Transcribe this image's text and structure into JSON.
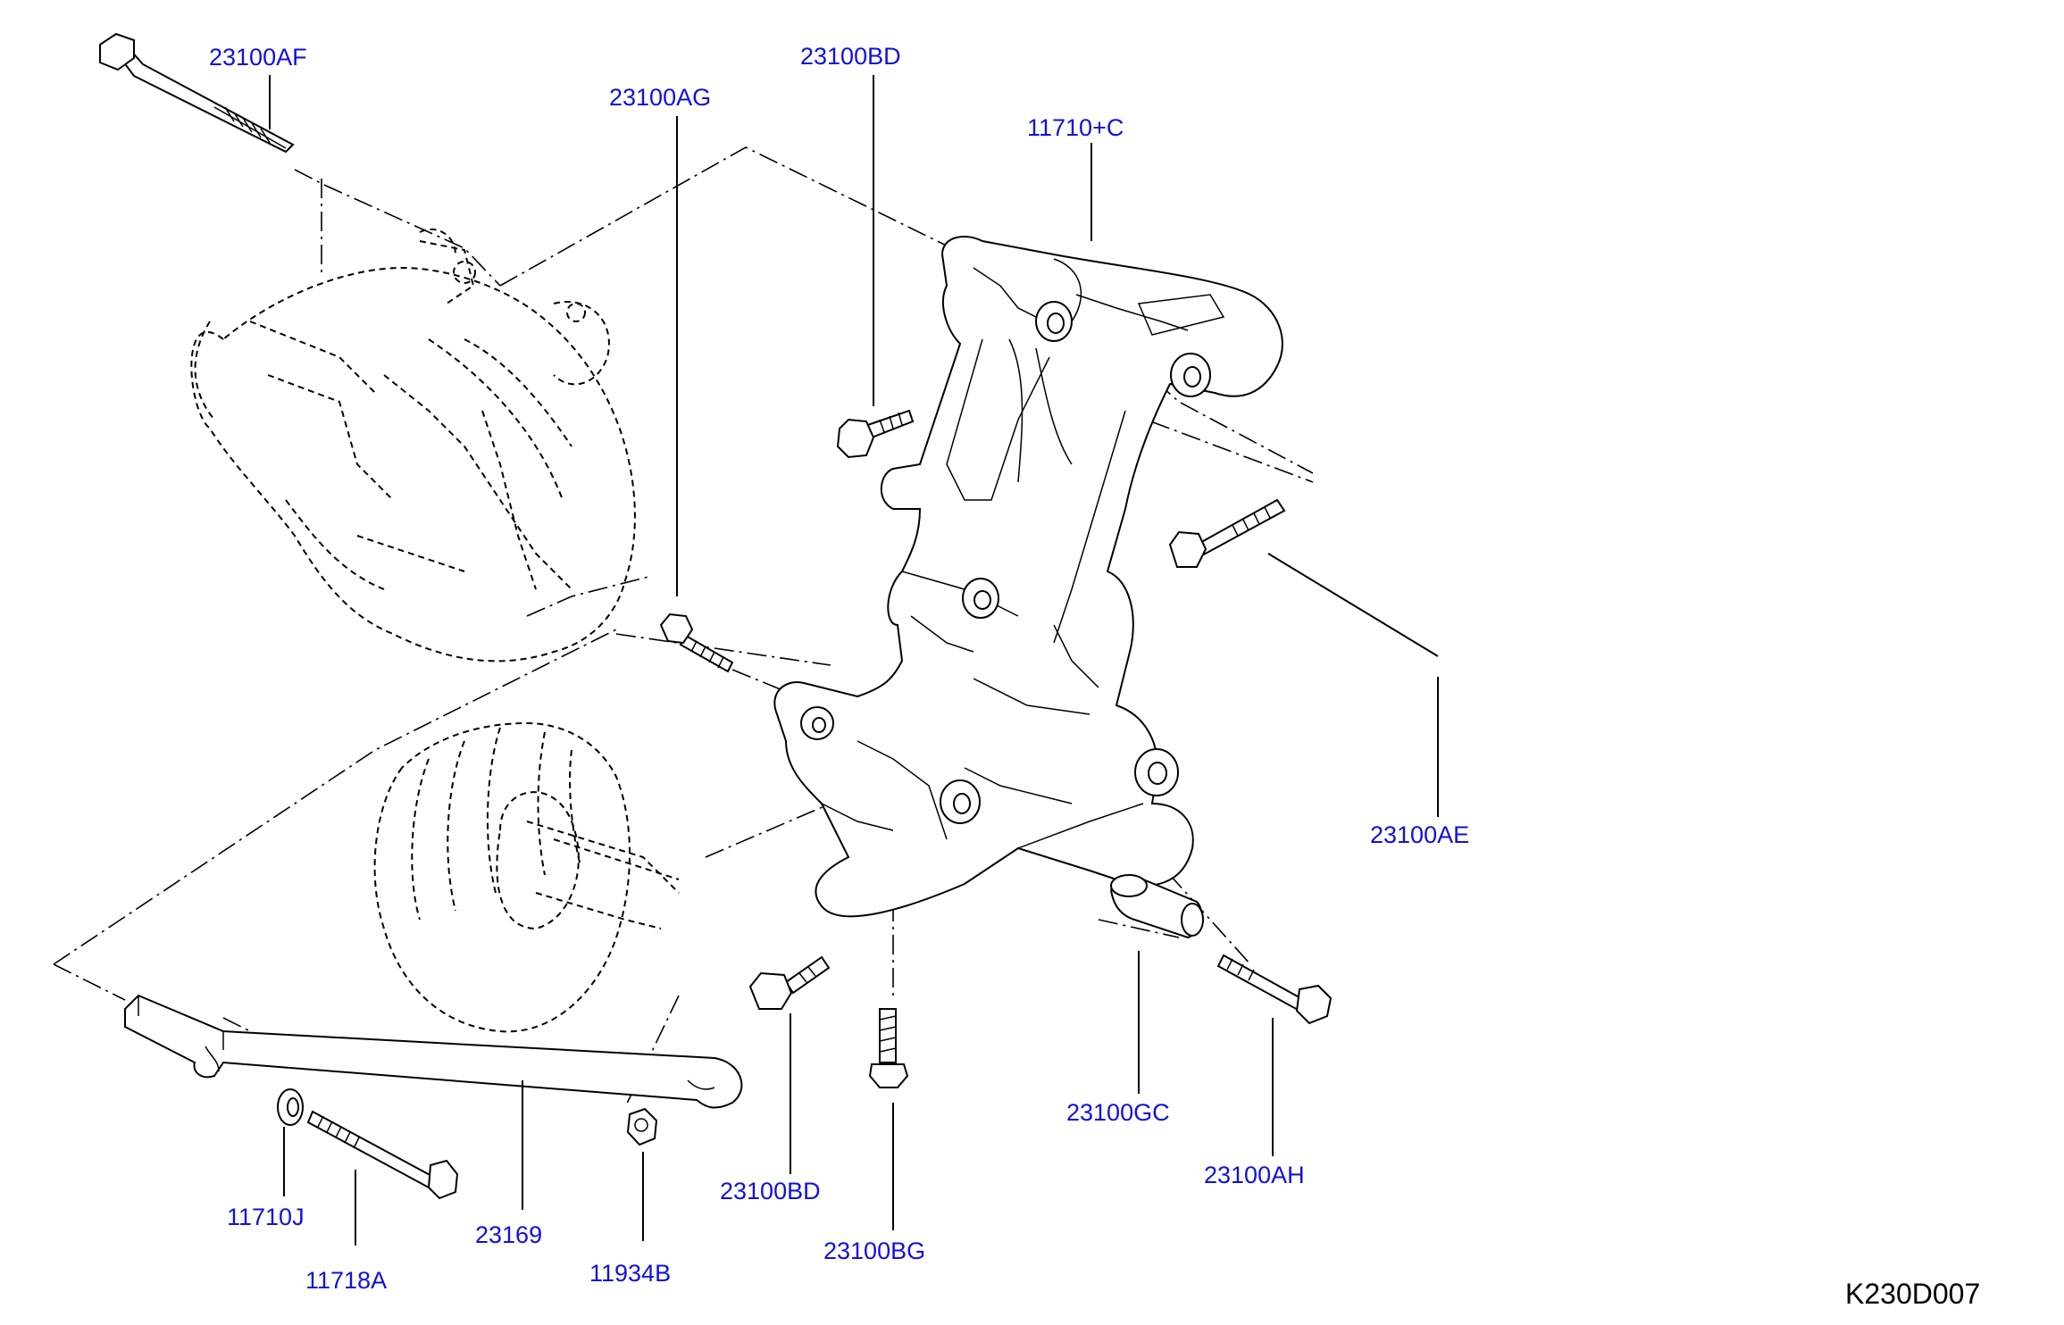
{
  "diagram": {
    "code": "K230D007",
    "colors": {
      "callout_text": "#1010e0",
      "lines": "#000000",
      "background": "#ffffff"
    },
    "callouts": [
      {
        "id": "23100af",
        "label": "23100AF"
      },
      {
        "id": "23100ag",
        "label": "23100AG"
      },
      {
        "id": "23100bd-top",
        "label": "23100BD"
      },
      {
        "id": "11710c",
        "label": "11710+C"
      },
      {
        "id": "23100ae",
        "label": "23100AE"
      },
      {
        "id": "23100gc",
        "label": "23100GC"
      },
      {
        "id": "23100ah",
        "label": "23100AH"
      },
      {
        "id": "23100bd-bottom",
        "label": "23100BD"
      },
      {
        "id": "23100bg",
        "label": "23100BG"
      },
      {
        "id": "11710j",
        "label": "11710J"
      },
      {
        "id": "11718a",
        "label": "11718A"
      },
      {
        "id": "23169",
        "label": "23169"
      },
      {
        "id": "11934b",
        "label": "11934B"
      }
    ]
  }
}
